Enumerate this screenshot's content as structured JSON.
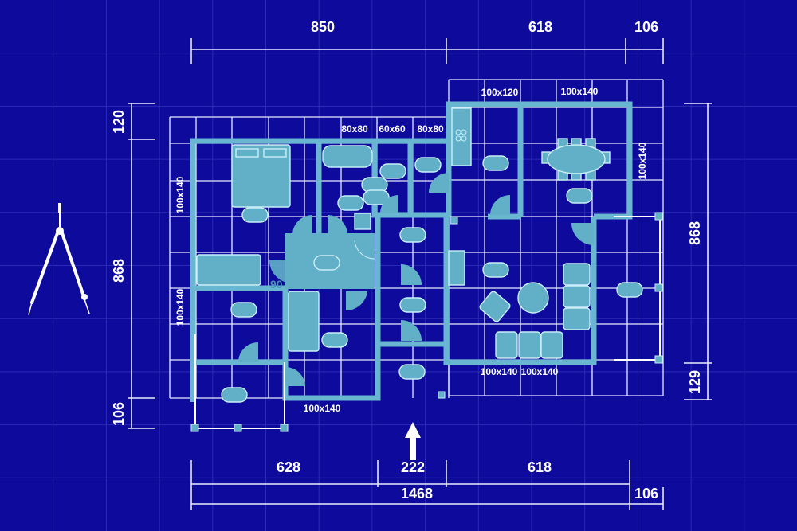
{
  "colors": {
    "background": "#0e0a9c",
    "fill": "#62afc8",
    "lines": "#ffffff"
  },
  "dimensions": {
    "top": [
      "850",
      "618",
      "106"
    ],
    "left": [
      "120",
      "868",
      "106"
    ],
    "right": [
      "868",
      "129"
    ],
    "bottom_row1": [
      "628",
      "222",
      "618"
    ],
    "bottom_row2": [
      "1468",
      "106"
    ]
  },
  "room_labels": {
    "window_a": "80x80",
    "window_b": "60x60",
    "window_c": "80x80",
    "kitchen_window": "100x120",
    "dining_window": "100x140",
    "dining_side_window": "100x140",
    "bedroom1_window": "100x140",
    "bedroom2_window": "100x140",
    "bedroom3_window": "100x140",
    "living_window_a": "100x140",
    "living_window_b": "100x140",
    "door_angle": "90"
  },
  "icons": {
    "compass": "drafting-compass-icon",
    "north": "arrow-up-icon"
  }
}
